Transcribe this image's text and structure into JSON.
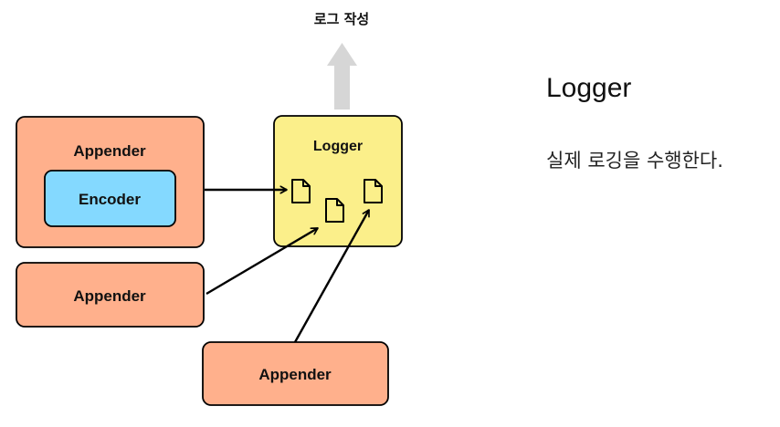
{
  "output_label": "로그 작성",
  "logger_box": {
    "label": "Logger"
  },
  "appender_main": {
    "label": "Appender"
  },
  "encoder": {
    "label": "Encoder"
  },
  "appender_left": {
    "label": "Appender"
  },
  "appender_bottom": {
    "label": "Appender"
  },
  "right_panel": {
    "title": "Logger",
    "description": "실제 로깅을 수행한다."
  },
  "colors": {
    "appender_fill": "#ffb08c",
    "encoder_fill": "#84d9ff",
    "logger_fill": "#fbef8a",
    "output_arrow": "#d6d6d6",
    "stroke": "#000000"
  },
  "icons": [
    "document-icon",
    "document-icon",
    "document-icon"
  ]
}
